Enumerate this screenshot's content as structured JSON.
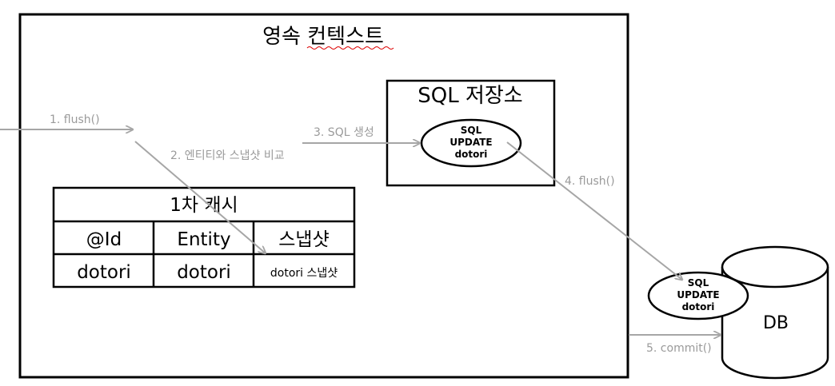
{
  "context": {
    "title": "영속 컨텍스트"
  },
  "sql_store": {
    "title": "SQL 저장소",
    "query": {
      "line1": "SQL",
      "line2": "UPDATE",
      "line3": "dotori"
    }
  },
  "cache": {
    "title": "1차 캐시",
    "headers": [
      "@Id",
      "Entity",
      "스냅샷"
    ],
    "row": [
      "dotori",
      "dotori",
      "dotori 스냅샷"
    ]
  },
  "steps": {
    "flush1": "1. flush()",
    "compare": "2. 엔티티와 스냅샷 비교",
    "generate": "3. SQL 생성",
    "flush2": "4. flush()",
    "commit": "5. commit()"
  },
  "db": {
    "label": "DB",
    "query": {
      "line1": "SQL",
      "line2": "UPDATE",
      "line3": "dotori"
    }
  },
  "colors": {
    "border": "#000000",
    "arrow": "#a6a6a6",
    "step_text": "#9a9a9a"
  }
}
